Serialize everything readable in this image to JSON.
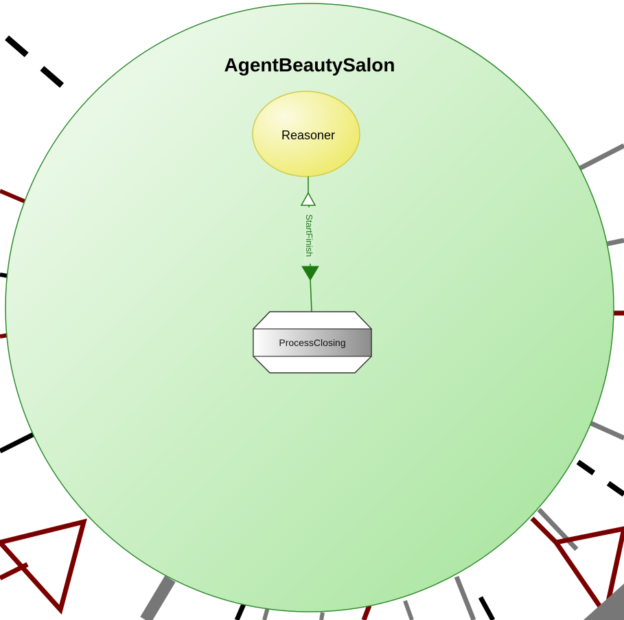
{
  "diagram": {
    "agent": {
      "title": "AgentBeautySalon"
    },
    "nodes": {
      "reasoner": {
        "label": "Reasoner"
      },
      "process": {
        "label": "ProcessClosing"
      }
    },
    "edges": [
      {
        "label": "StartFinish",
        "from": "ProcessClosing",
        "to": "Reasoner"
      }
    ],
    "colors": {
      "agent_fill_light": "#f4fbf2",
      "agent_fill_dark": "#a9e6a0",
      "agent_stroke": "#2e8b2e",
      "reasoner_fill": "#f2ee78",
      "edge_color": "#1e7a12",
      "external_dark_red": "#7a0000",
      "external_gray": "#777777",
      "external_black": "#000000"
    }
  }
}
